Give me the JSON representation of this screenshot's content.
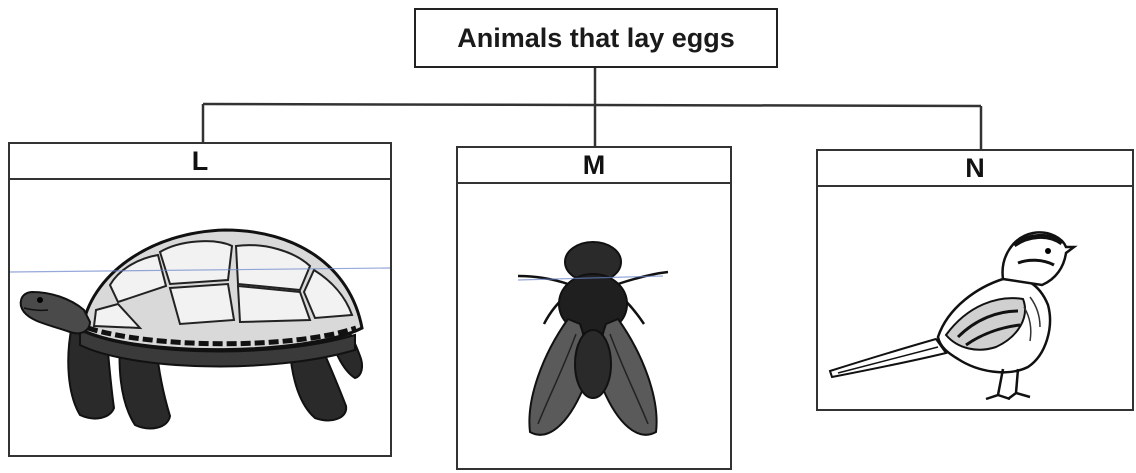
{
  "diagram": {
    "root_label": "Animals that lay eggs",
    "children": [
      {
        "label": "L",
        "picture": "tortoise"
      },
      {
        "label": "M",
        "picture": "fly"
      },
      {
        "label": "N",
        "picture": "bird"
      }
    ]
  }
}
